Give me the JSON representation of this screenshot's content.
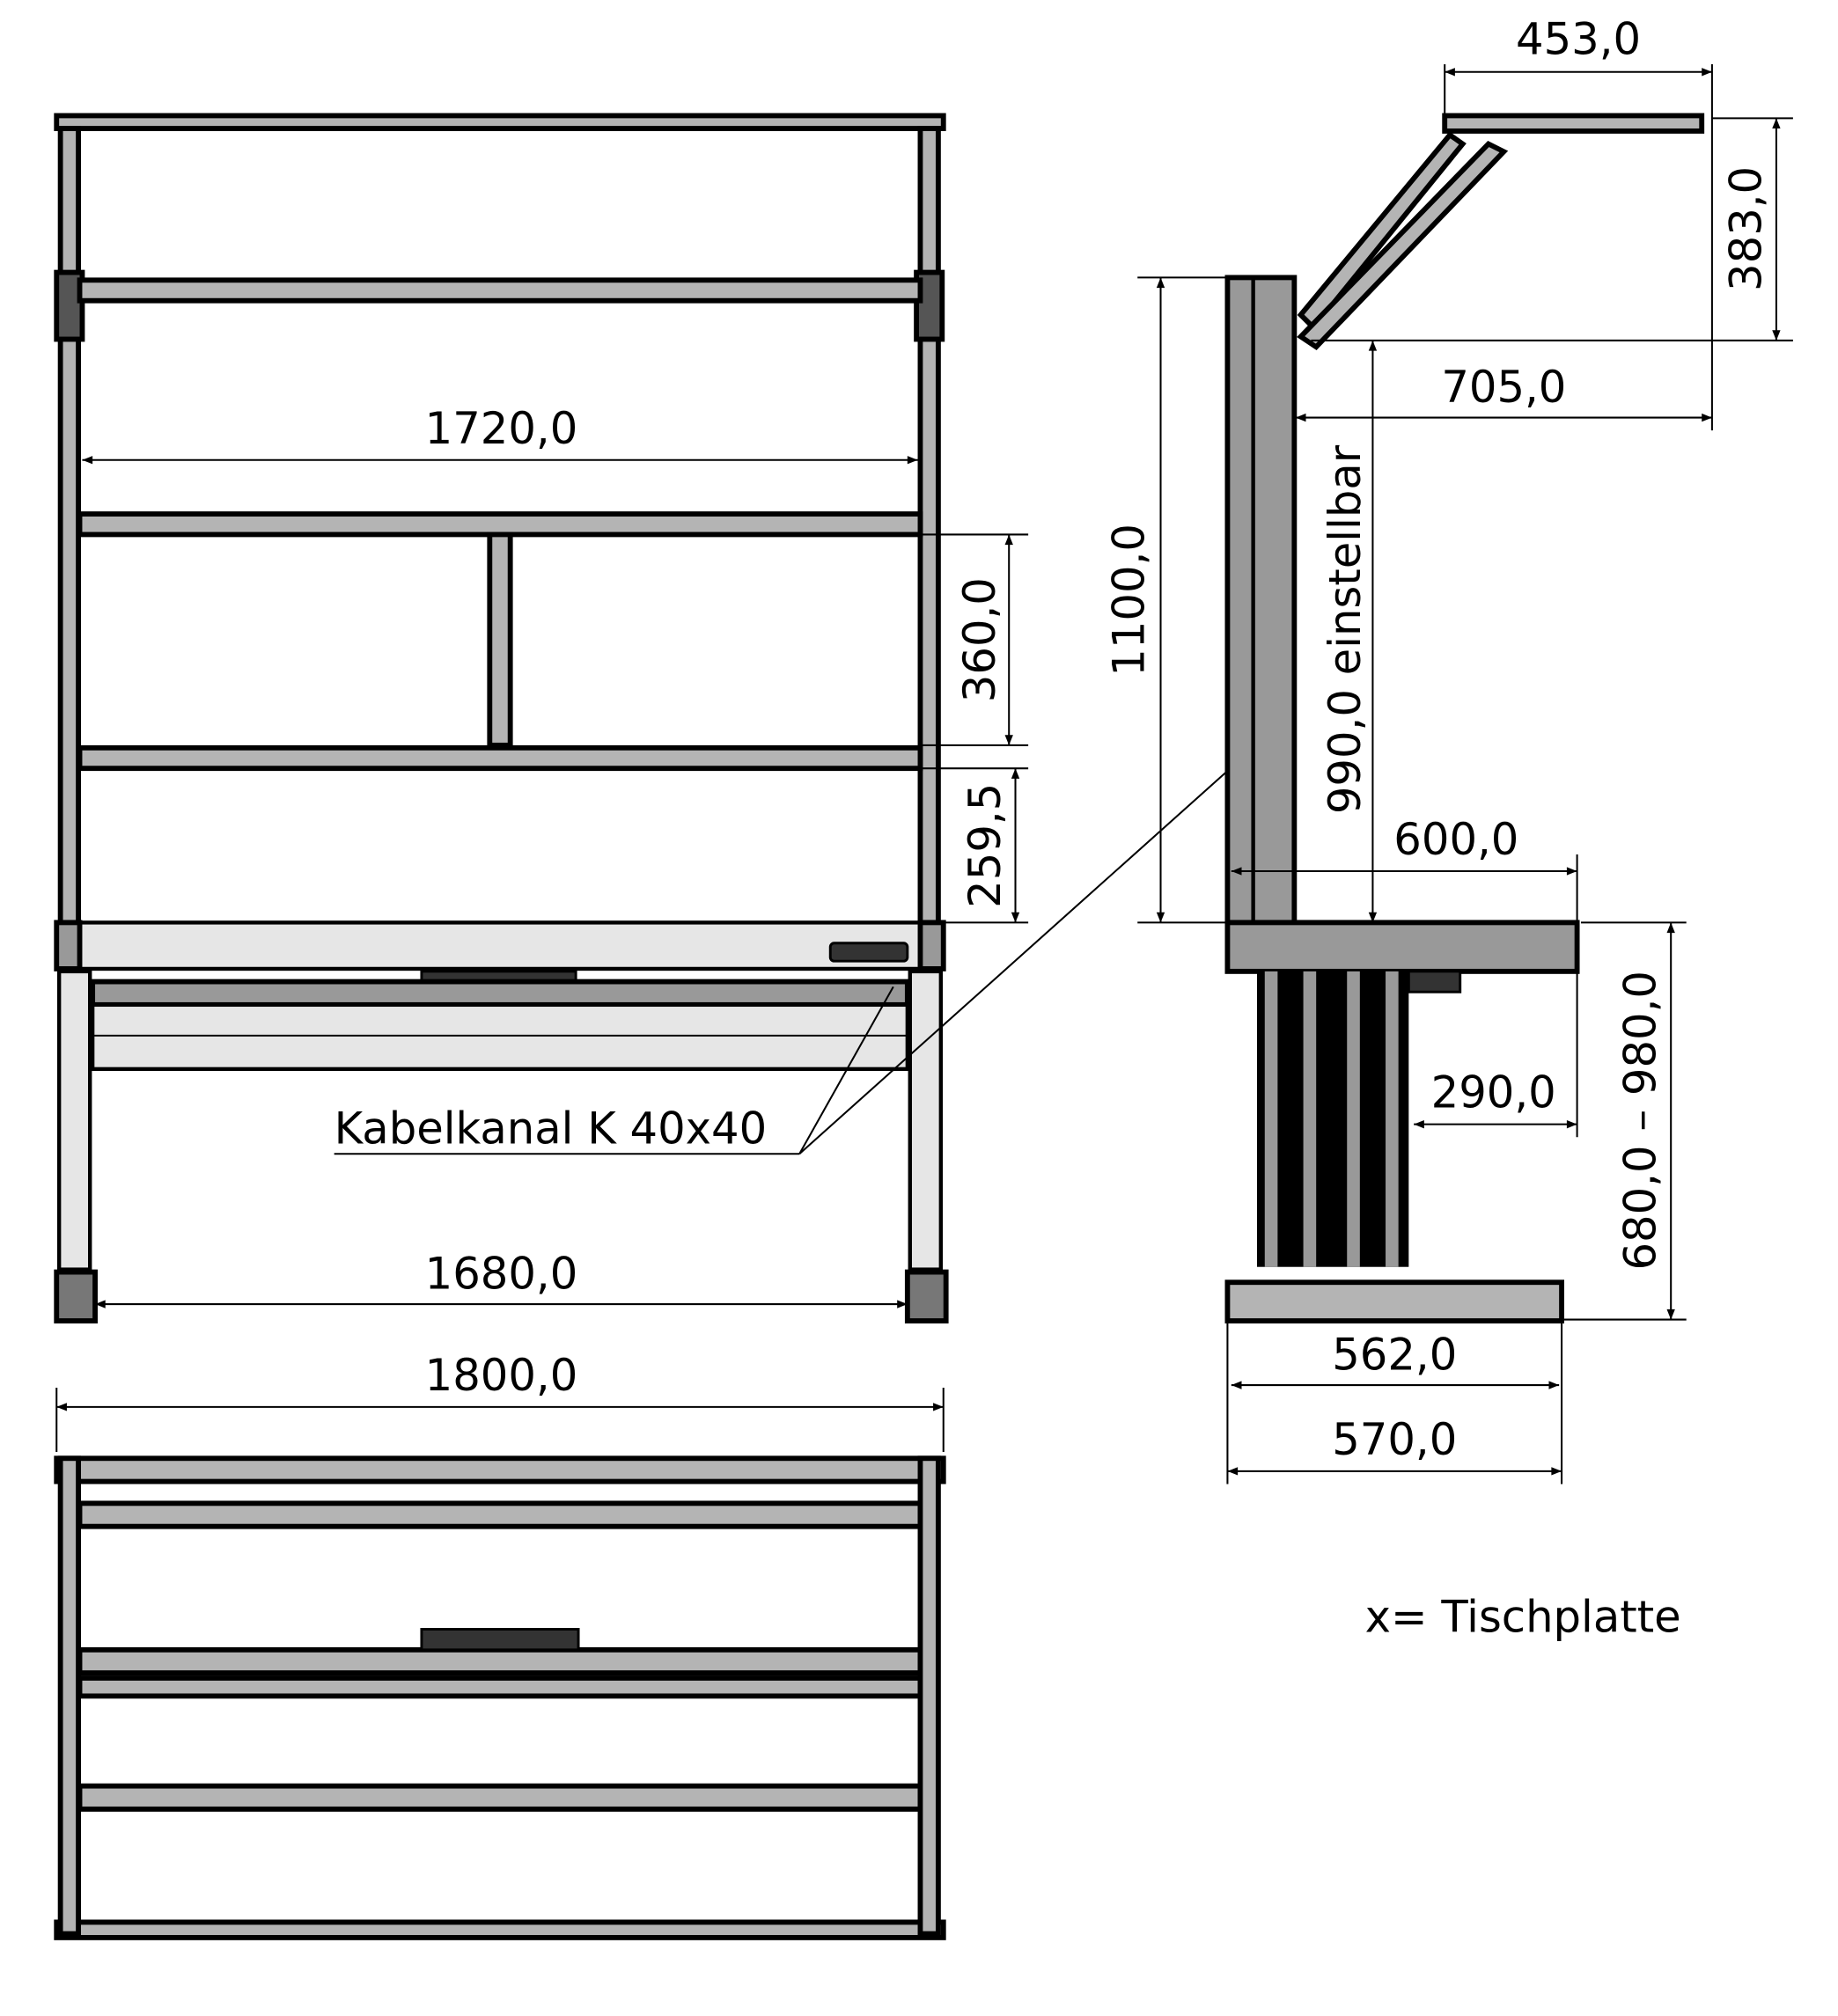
{
  "drawing": {
    "front_view": {
      "dims": {
        "inner_width_upper": "1720,0",
        "shelf_spacing": "360,0",
        "lower_spacing": "259,5",
        "leg_spacing": "1680,0",
        "overall_width": "1800,0"
      },
      "callout": "Kabelkanal K 40x40"
    },
    "side_view": {
      "dims": {
        "lamp_arm_length": "453,0",
        "lamp_height": "383,0",
        "lamp_reach": "705,0",
        "upright_height": "1100,0",
        "adjustable": "990,0 einstellbar",
        "table_depth": "600,0",
        "column_offset": "290,0",
        "table_height": "680,0 – 980,0",
        "foot_inner": "562,0",
        "foot_outer": "570,0"
      }
    },
    "legend": "x= Tischplatte",
    "colors": {
      "line": "#000000",
      "profile": "#b4b4b4",
      "profile_light": "#e6e6e6",
      "dark": "#333333",
      "background": "#ffffff"
    }
  }
}
